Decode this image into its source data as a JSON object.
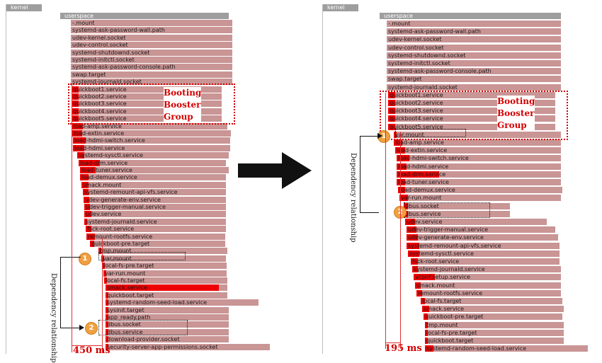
{
  "left": {
    "kernel": "kernel",
    "userspace": "userspace",
    "group_label": [
      "Booting",
      "Booster",
      "Group"
    ],
    "badge1": "1",
    "badge2": "2",
    "dependency_label": "Dependency relationship",
    "time_label": "450 ms",
    "rows": [
      "-.mount",
      "systemd-ask-password-wall.path",
      "udev-kernel.socket",
      "udev-control.socket",
      "systemd-shutdownd.socket",
      "systemd-initctl.socket",
      "systemd-ask-password-console.path",
      "swap.target",
      "systemd-journald.socket",
      "quickboot1.service",
      "quickboot2.service",
      "quickboot3.service",
      "quickboot4.service",
      "quickboot5.service",
      "load-amp.service",
      "load-extin.service",
      "load-hdmi-switch.service",
      "load-hdmi.service",
      "systemd-sysctl.service",
      "load-drm.service",
      "load-tuner.service",
      "load-demux.service",
      "smack.mount",
      "systemd-remount-api-vfs.service",
      "udev-generate-env.service",
      "udev-trigger-manual.service",
      "udev.service",
      "systemd-journald.service",
      "fsck-root.service",
      "remount-rootfs.service",
      "quickboot-pre.target",
      "tmp.mount",
      "var.mount",
      "local-fs-pre.target",
      "var-run.mount",
      "local-fs.target",
      "smack.service",
      "quickboot.target",
      "systemd-random-seed-load.service",
      "sysinit.target",
      "app_ready.path",
      "dbus.socket",
      "dbus.service",
      "download-provider.socket",
      "security-server-app-permissions.socket"
    ]
  },
  "right": {
    "kernel": "kernel",
    "userspace": "userspace",
    "group_label": [
      "Booting",
      "Booster",
      "Group"
    ],
    "badge1": "1",
    "badge2": "2",
    "dependency_label": "Dependency relationship",
    "time_label": "195 ms",
    "rows": [
      "-.mount",
      "systemd-ask-password-wall.path",
      "udev-kernel.socket",
      "udev-control.socket",
      "systemd-shutdownd.socket",
      "systemd-initctl.socket",
      "systemd-ask-password-console.path",
      "swap.target",
      "systemd-journald.socket",
      "quickboot1.service",
      "quickboot2.service",
      "quickboot3.service",
      "quickboot4.service",
      "quickboot5.service",
      "var.mount",
      "load-amp.service",
      "load-extin.service",
      "load-hdmi-switch.service",
      "load-hdmi.service",
      "load-drm.service",
      "load-tuner.service",
      "load-demux.service",
      "var-run.mount",
      "dbus.socket",
      "dbus.service",
      "udev.service",
      "udev-trigger-manual.service",
      "udev-generate-env.service",
      "systemd-remount-api-vfs.service",
      "systemd-sysctl.service",
      "fsck-root.service",
      "systemd-journald.service",
      "vconf-setup.service",
      "smack.mount",
      "remount-rootfs.service",
      "local-fs.target",
      "smack.service",
      "quickboot-pre.target",
      "tmp.mount",
      "local-fs-pre.target",
      "quickboot.target",
      "systemd-random-seed-load.service"
    ]
  }
}
